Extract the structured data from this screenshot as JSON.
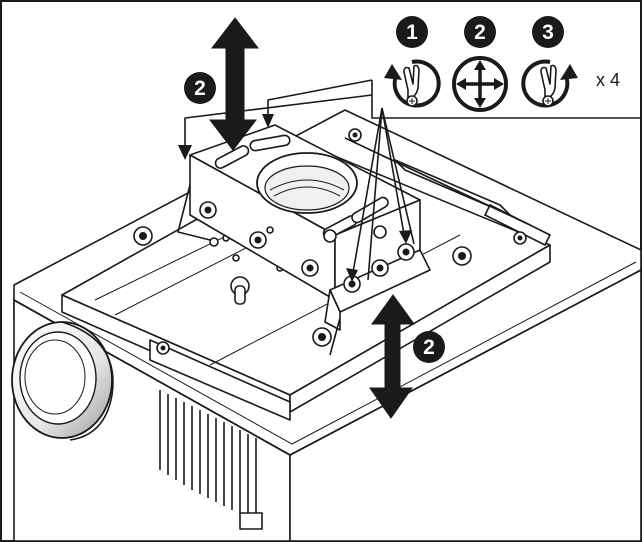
{
  "step_badges": {
    "step1": "1",
    "step2": "2",
    "step3": "3",
    "side_upper": "2",
    "side_lower": "2"
  },
  "multiplier": "x 4",
  "icons": {
    "step1": "rotate-counterclockwise-hand-icon",
    "step2": "move-four-directions-icon",
    "step3": "rotate-clockwise-hand-icon"
  },
  "colors": {
    "line": "#1a1a1a",
    "fill": "#ffffff",
    "shade": "#cfcfcf"
  }
}
